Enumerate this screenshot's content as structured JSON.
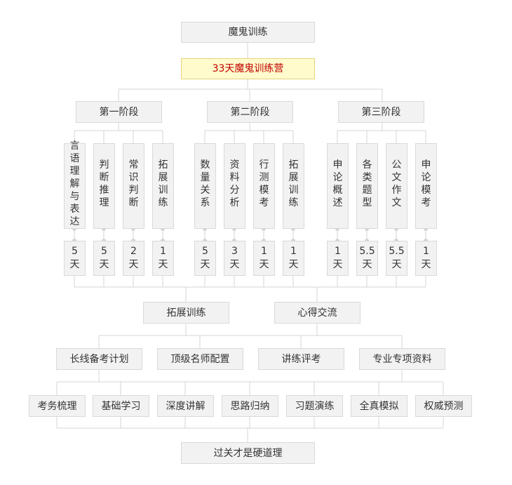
{
  "top": {
    "title": "魔鬼训练",
    "camp": "33天魔鬼训练营"
  },
  "stages": [
    {
      "name": "第一阶段",
      "items": [
        {
          "topic": "言语理解与表达",
          "days": "5天"
        },
        {
          "topic": "判断推理",
          "days": "5天"
        },
        {
          "topic": "常识判断",
          "days": "2天"
        },
        {
          "topic": "拓展训练",
          "days": "1天"
        }
      ]
    },
    {
      "name": "第二阶段",
      "items": [
        {
          "topic": "数量关系",
          "days": "5天"
        },
        {
          "topic": "资料分析",
          "days": "3天"
        },
        {
          "topic": "行测模考",
          "days": "1天"
        },
        {
          "topic": "拓展训练",
          "days": "1天"
        }
      ]
    },
    {
      "name": "第三阶段",
      "items": [
        {
          "topic": "申论概述",
          "days": "1天"
        },
        {
          "topic": "各类题型",
          "days": "5.5天"
        },
        {
          "topic": "公文作文",
          "days": "5.5天"
        },
        {
          "topic": "申论模考",
          "days": "1天"
        }
      ]
    }
  ],
  "middle": [
    "拓展训练",
    "心得交流"
  ],
  "features": [
    "长线备考计划",
    "顶级名师配置",
    "讲练评考",
    "专业专项资料"
  ],
  "benefits": [
    "考务梳理",
    "基础学习",
    "深度讲解",
    "思路归纳",
    "习题演练",
    "全真模拟",
    "权威预测"
  ],
  "conclusion": "过关才是硬道理"
}
